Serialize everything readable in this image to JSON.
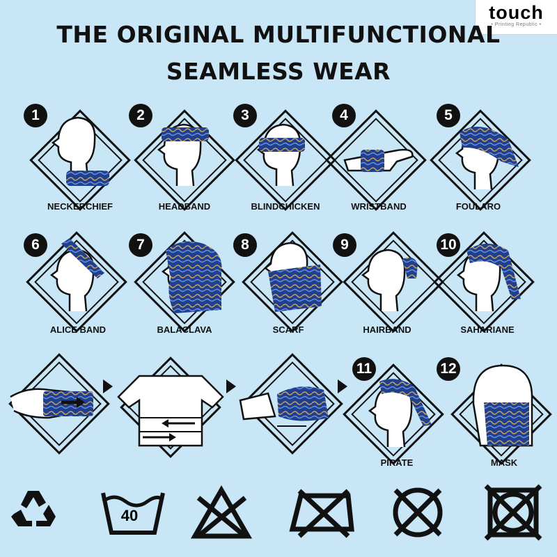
{
  "brand": {
    "name": "touch",
    "tagline": "• Printing Republic •"
  },
  "title": {
    "line1": "THE ORIGINAL MULTIFUNCTIONAL",
    "line2": "SEAMLESS WEAR"
  },
  "row1": [
    {
      "num": "1",
      "label": "NECKERCHIEF"
    },
    {
      "num": "2",
      "label": "HEADBAND"
    },
    {
      "num": "3",
      "label": "BLINDCHICKEN"
    },
    {
      "num": "4",
      "label": "WRISTBAND"
    },
    {
      "num": "5",
      "label": "FOULARO"
    }
  ],
  "row2": [
    {
      "num": "6",
      "label": "ALICE BAND"
    },
    {
      "num": "7",
      "label": "BALACLAVA"
    },
    {
      "num": "8",
      "label": "SCARF"
    },
    {
      "num": "9",
      "label": "HAIRBAND"
    },
    {
      "num": "10",
      "label": "SAHARIANE"
    }
  ],
  "row3": [
    {
      "num": "11",
      "label": "PIRATE"
    },
    {
      "num": "12",
      "label": "MASK"
    }
  ],
  "care": {
    "wash_temp": "40"
  },
  "icons": [
    "recycle-icon",
    "wash-40-icon",
    "do-not-bleach-icon",
    "do-not-iron-icon",
    "do-not-dry-clean-icon",
    "do-not-tumble-dry-icon"
  ],
  "colors": {
    "background": "#c8e6f5",
    "fabric": "#1f3f8f",
    "fabric_accent": "#c9a25a",
    "ink": "#111111"
  }
}
